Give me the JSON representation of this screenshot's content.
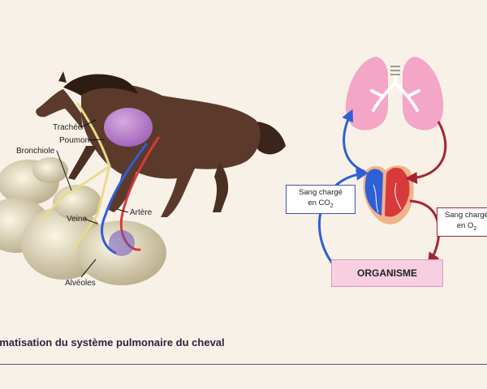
{
  "caption": "ématisation du système pulmonaire du cheval",
  "horse_labels": {
    "trachee": "Trachée",
    "poumon": "Poumon",
    "bronchiole": "Bronchiole",
    "veine": "Veine",
    "artere": "Artère",
    "alveoles": "Alvéoles"
  },
  "circulation": {
    "box_co2": {
      "line1": "Sang chargé",
      "line2_prefix": "en CO",
      "line2_sub": "2"
    },
    "box_o2": {
      "line1": "Sang chargé",
      "line2_prefix": "en O",
      "line2_sub": "2"
    },
    "organisme": "ORGANISME"
  },
  "colors": {
    "background": "#f8f1e8",
    "venous_blue": "#2f5fd6",
    "arterial_red": "#a4252f",
    "lung_pink": "#f3a6c6",
    "horse_brown": "#5b3a2c",
    "organisme_fill": "#f7cfe0"
  }
}
